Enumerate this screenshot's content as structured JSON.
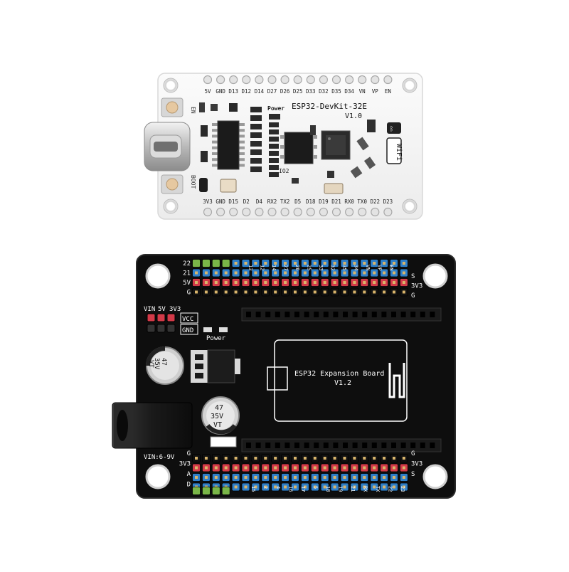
{
  "devkit": {
    "title": "ESP32-DevKit-32E",
    "version": "V1.0",
    "power_label": "Power",
    "io_label": "IO2",
    "en_label": "EN",
    "boot_label": "BOOT",
    "wifi_label": "WiFi",
    "top_pins": [
      "5V",
      "GND",
      "D13",
      "D12",
      "D14",
      "D27",
      "D26",
      "D25",
      "D33",
      "D32",
      "D35",
      "D34",
      "VN",
      "VP",
      "EN"
    ],
    "bottom_pins": [
      "3V3",
      "GND",
      "D15",
      "D2",
      "D4",
      "RX2",
      "TX2",
      "D5",
      "D18",
      "D19",
      "D21",
      "RX0",
      "TX0",
      "D22",
      "D23"
    ]
  },
  "expansion": {
    "title": "ESP32 Expansion Board",
    "version": "V1.2",
    "power_label": "Power",
    "vin_range": "VIN:6-9V",
    "vin_row": [
      "VIN",
      "5V",
      "3V3"
    ],
    "vcc_label": "VCC",
    "gnd_label": "GND",
    "cap1": [
      "47",
      "35V",
      "VT"
    ],
    "cap2": [
      "47",
      "35V",
      "VT"
    ],
    "left_rows_top": [
      "22",
      "21",
      "5V",
      "G"
    ],
    "right_rows_top": [
      "S",
      "3V3",
      "G"
    ],
    "left_rows_bottom": [
      "G",
      "3V3",
      "A",
      "D"
    ],
    "right_rows_bottom": [
      "G",
      "3V3",
      "S"
    ],
    "top_pins": [
      "13",
      "12",
      "14",
      "27",
      "26",
      "25",
      "33",
      "32",
      "35",
      "34",
      "VN",
      "VP",
      "EN"
    ],
    "bottom_pins": [
      "15",
      "2",
      "4",
      "16",
      "17",
      "5",
      "18",
      "19",
      "21",
      "RX",
      "TX",
      "22",
      "23"
    ]
  }
}
